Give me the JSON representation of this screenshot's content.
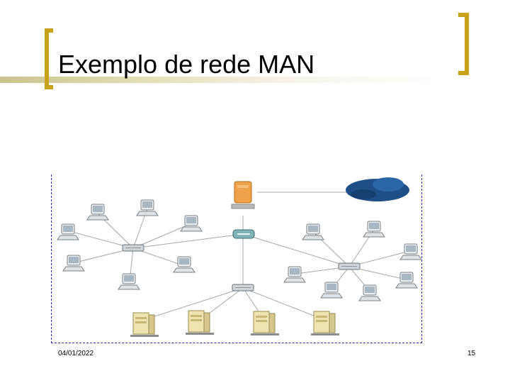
{
  "slide": {
    "title": "Exemplo de rede MAN",
    "date": "04/01/2022",
    "page_number": "15"
  },
  "colors": {
    "accent_gold": "#c9a21c",
    "band_olive": "#c9c38d",
    "figure_border": "#2c2fb3"
  },
  "diagram": {
    "icons": [
      "server-icon",
      "cloud-icon",
      "router-icon",
      "switch-icon",
      "computer-icon",
      "server-tower-icon"
    ]
  }
}
